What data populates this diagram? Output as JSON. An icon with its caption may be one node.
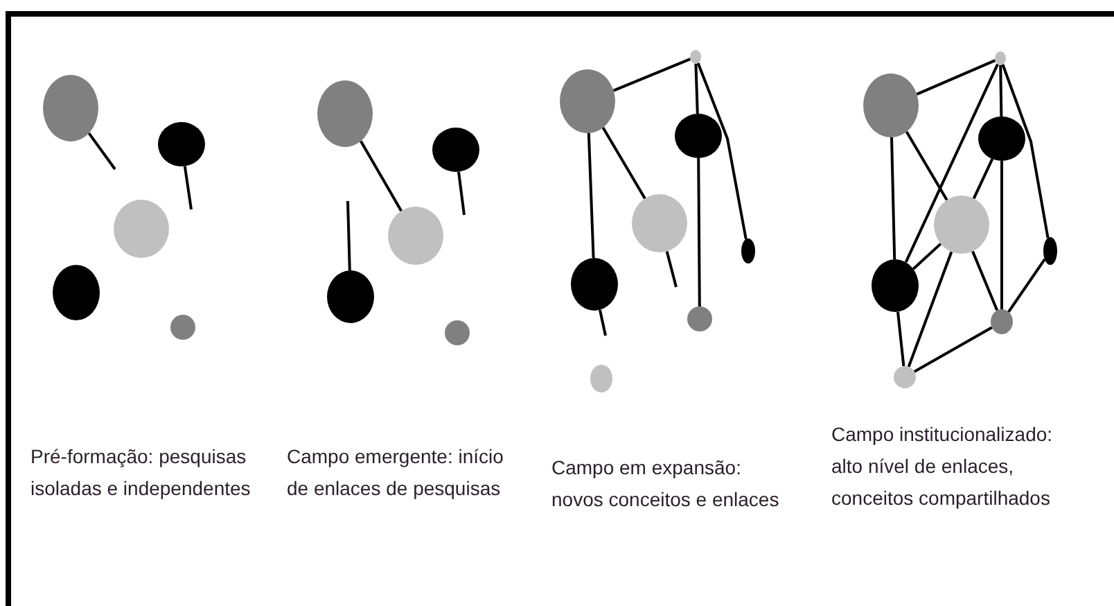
{
  "diagram": {
    "nodes": [
      {
        "text": [],
        "shape": "circle"
      },
      {
        "text": [],
        "shape": "circle"
      },
      {
        "text": [],
        "shape": "circle"
      },
      {
        "text": [],
        "shape": "circle"
      },
      {
        "text": [],
        "shape": "circle"
      },
      {
        "text": [],
        "shape": "circle"
      },
      {
        "text": [],
        "shape": "circle"
      },
      {
        "text": [],
        "shape": "circle"
      },
      {
        "text": [],
        "shape": "circle"
      },
      {
        "text": [],
        "shape": "circle"
      },
      {
        "text": [],
        "shape": "circle"
      },
      {
        "text": [],
        "shape": "circle"
      },
      {
        "text": [],
        "shape": "circle"
      },
      {
        "text": [],
        "shape": "circle"
      },
      {
        "text": [],
        "shape": "circle"
      },
      {
        "text": [],
        "shape": "circle"
      },
      {
        "text": [],
        "shape": "circle"
      },
      {
        "text": [],
        "shape": "circle"
      },
      {
        "text": [],
        "shape": "circle"
      },
      {
        "text": [],
        "shape": "circle"
      },
      {
        "text": [],
        "shape": "circle"
      },
      {
        "text": [],
        "shape": "circle"
      },
      {
        "text": [],
        "shape": "circle"
      },
      {
        "text": [],
        "shape": "circle"
      },
      {
        "text": [],
        "shape": "circle"
      },
      {
        "text": [],
        "shape": "circle"
      }
    ],
    "edges": [
      {
        "from": 0,
        "to": null,
        "arrow": "none"
      },
      {
        "from": 1,
        "to": null,
        "arrow": "none"
      },
      {
        "from": 5,
        "to": 7,
        "arrow": "none"
      },
      {
        "from": 8,
        "to": null,
        "arrow": "none"
      },
      {
        "from": 6,
        "to": null,
        "arrow": "none"
      },
      {
        "from": 11,
        "to": 10,
        "arrow": "none"
      },
      {
        "from": 10,
        "to": 12,
        "arrow": "none"
      },
      {
        "from": 10,
        "to": 14,
        "arrow": "none"
      },
      {
        "from": 11,
        "to": 15,
        "arrow": "none"
      },
      {
        "from": 11,
        "to": 13,
        "arrow": "none"
      },
      {
        "from": 12,
        "to": 16,
        "arrow": "none"
      },
      {
        "from": 13,
        "to": null,
        "arrow": "none"
      },
      {
        "from": 15,
        "to": null,
        "arrow": "none"
      },
      {
        "from": 19,
        "to": 18,
        "arrow": "none"
      },
      {
        "from": 18,
        "to": 20,
        "arrow": "none"
      },
      {
        "from": 18,
        "to": 22,
        "arrow": "none"
      },
      {
        "from": 18,
        "to": 23,
        "arrow": "none"
      },
      {
        "from": 19,
        "to": 23,
        "arrow": "none"
      },
      {
        "from": 19,
        "to": 21,
        "arrow": "none"
      },
      {
        "from": 20,
        "to": 21,
        "arrow": "none"
      },
      {
        "from": 20,
        "to": 24,
        "arrow": "none"
      },
      {
        "from": 22,
        "to": 24,
        "arrow": "none"
      },
      {
        "from": 21,
        "to": 23,
        "arrow": "none"
      },
      {
        "from": 21,
        "to": 24,
        "arrow": "none"
      },
      {
        "from": 21,
        "to": 25,
        "arrow": "none"
      },
      {
        "from": 23,
        "to": 25,
        "arrow": "none"
      },
      {
        "from": 25,
        "to": 24,
        "arrow": "none"
      }
    ],
    "labels": [
      "Pré-formação: pesquisas isoladas e independentes",
      "Campo emergente: início de enlaces de pesquisas",
      "Campo em expansão: novos conceitos e enlaces",
      "Campo institucionalizado: alto nível de enlaces, conceitos compartilhados"
    ]
  }
}
